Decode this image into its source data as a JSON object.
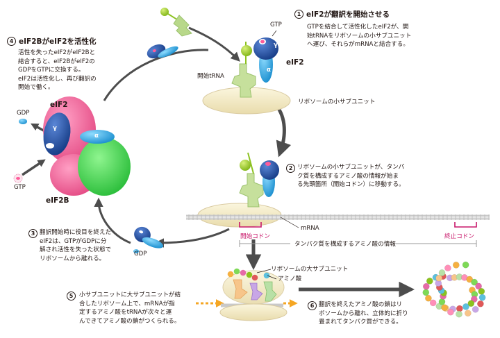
{
  "steps": [
    {
      "num": "1",
      "title": "eIF2が翻訳を開始させる",
      "body": "GTPを結合して活性化したeIF2が、開\n始tRNAをリボソームの小サブユニット\nへ運び、それらがmRNAと結合する。"
    },
    {
      "num": "2",
      "title": "",
      "body": "リボソームの小サブユニットが、タンパ\nク質を構成するアミノ酸の情報が始ま\nる先頭箇所（開始コドン）に移動する。"
    },
    {
      "num": "3",
      "title": "",
      "body": "翻訳開始時に役目を終えた\neIF2は、GTPがGDPに分\n解され活性を失った状態で\nリボソームから離れる。"
    },
    {
      "num": "4",
      "title": "eIF2BがeIF2を活性化",
      "body": "活性を失ったeIF2がeIF2Bと\n結合すると、eIF2BがeIF2の\nGDPをGTPに交換する。\neIF2は活性化し、再び翻訳の\n開始で働く。"
    },
    {
      "num": "5",
      "title": "",
      "body": "小サブユニットに大サブユニットが結\n合したリボソーム上で、mRNAが指\n定するアミノ酸をtRNAが次々と運\nんできてアミノ酸の鎖がつくられる。"
    },
    {
      "num": "6",
      "title": "",
      "body": "翻訳を終えたアミノ酸の鎖はリ\nボソームから離れ、立体的に折り\n畳まれてタンパク質ができる。"
    }
  ],
  "labels": {
    "gtp_top": "GTP",
    "gamma": "γ",
    "alpha": "α",
    "eif2_right": "eIF2",
    "start_trna": "開始tRNA",
    "small_subunit": "リボソームの小サブユニット",
    "mrna": "mRNA",
    "start_codon": "開始コドン",
    "stop_codon": "終止コドン",
    "protein_info": "タンパク質を構成するアミノ酸の情報",
    "large_subunit": "リボソームの大サブユニット",
    "amino_acid": "アミノ酸",
    "gdp_left": "GDP",
    "eif2_left": "eIF2",
    "gtp_left": "GTP",
    "eif2b": "eIF2B",
    "gdp_bottom": "GDP"
  },
  "colors": {
    "eif2_gamma": "#1f4fa8",
    "eif2_alpha": "#2aa6e0",
    "eif2b_pink": "#ee5f9a",
    "eif2b_green": "#3dd34a",
    "ribosome": "#f4ecc8",
    "trna": "#b8d88a",
    "amino_acid": "#8cc21f",
    "highlight": "#c8176a",
    "arrow": "#4d4d4d",
    "dash_arrow": "#f5a623"
  }
}
